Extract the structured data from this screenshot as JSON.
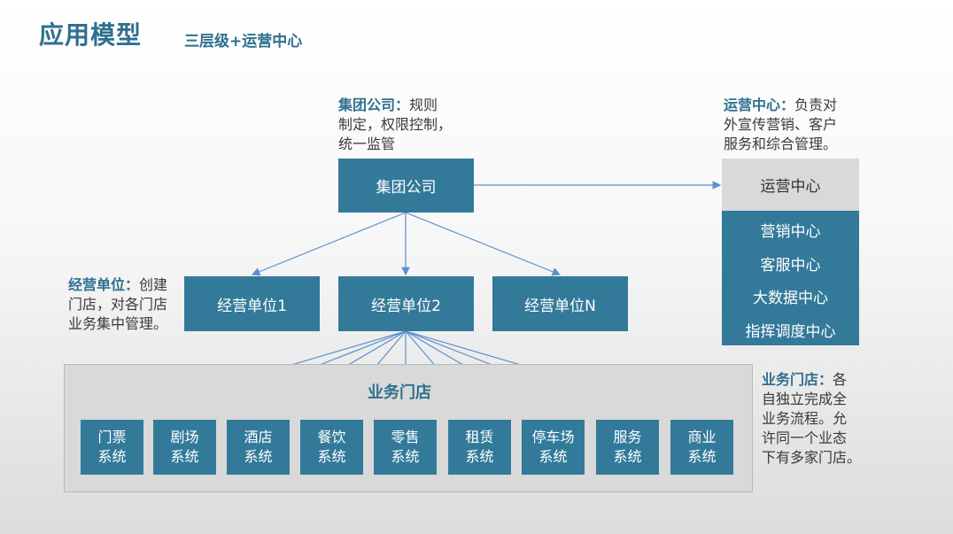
{
  "header": {
    "title": "应用模型",
    "subtitle": "三层级+运营中心"
  },
  "group": {
    "box_label": "集团公司",
    "note_bold": "集团公司：",
    "note_lines": [
      "规则",
      "制定，权限控制，",
      "统一监管"
    ]
  },
  "ops": {
    "note_bold": "运营中心：",
    "note_lines": [
      "负责对",
      "外宣传营销、客户",
      "服务和综合管理。"
    ],
    "header_label": "运营中心",
    "items": [
      "营销中心",
      "客服中心",
      "大数据中心",
      "指挥调度中心"
    ]
  },
  "units": {
    "note_bold": "经营单位：",
    "note_lines": [
      "创建",
      "门店，对各门店",
      "业务集中管理。"
    ],
    "boxes": [
      "经营单位1",
      "经营单位2",
      "经营单位N"
    ]
  },
  "stores": {
    "area_label": "业务门店",
    "note_bold": "业务门店：",
    "note_lines": [
      "各",
      "自独立完成全",
      "业务流程。允",
      "许同一个业态",
      "下有多家门店。"
    ],
    "systems": [
      {
        "line1": "门票",
        "line2": "系统"
      },
      {
        "line1": "剧场",
        "line2": "系统"
      },
      {
        "line1": "酒店",
        "line2": "系统"
      },
      {
        "line1": "餐饮",
        "line2": "系统"
      },
      {
        "line1": "零售",
        "line2": "系统"
      },
      {
        "line1": "租赁",
        "line2": "系统"
      },
      {
        "line1": "停车场",
        "line2": "系统"
      },
      {
        "line1": "服务",
        "line2": "系统"
      },
      {
        "line1": "商业",
        "line2": "系统"
      }
    ]
  },
  "colors": {
    "primary": "#337a9a",
    "title": "#2f6f8f",
    "line": "#5b8fd0",
    "header_gray": "#d9d9d9"
  }
}
